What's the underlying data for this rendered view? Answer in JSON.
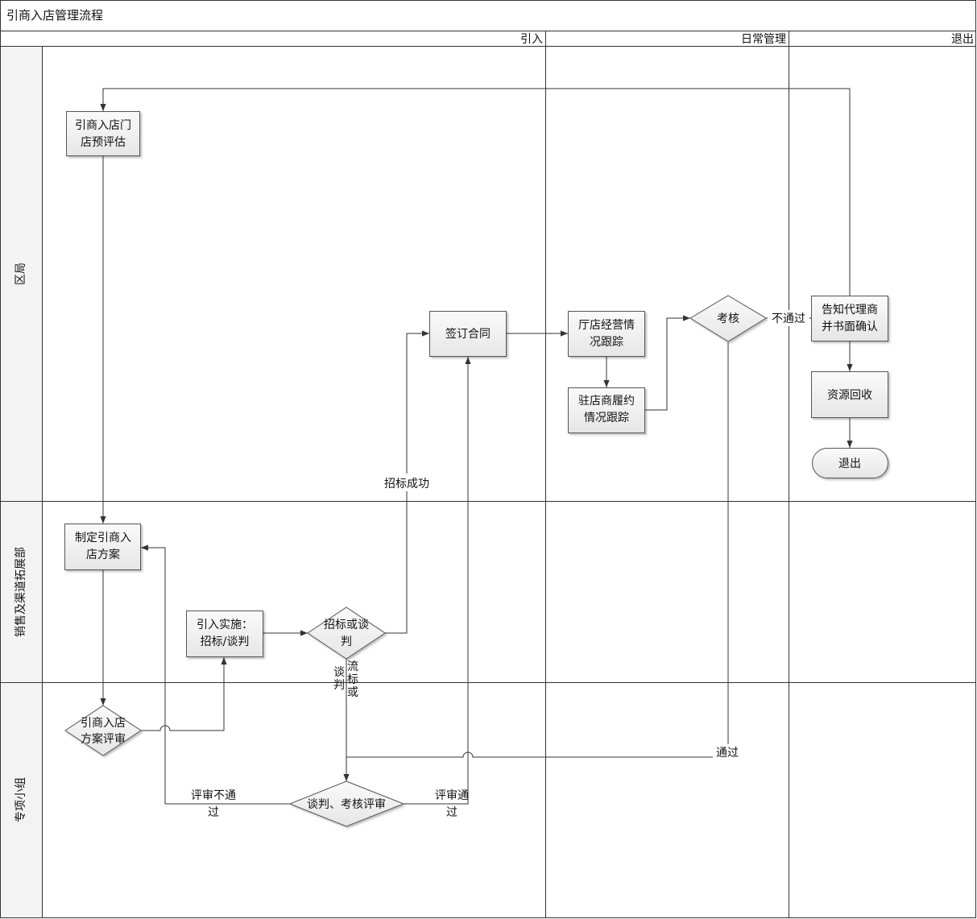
{
  "title": "引商入店管理流程",
  "phases": [
    "引入",
    "日常管理",
    "退出"
  ],
  "lanes": [
    "区局",
    "销售及渠道拓展部",
    "专项小组"
  ],
  "nodes": {
    "pre_evaluate": [
      "引商入店门",
      "店预评估"
    ],
    "make_plan": [
      "制定引商入",
      "店方案"
    ],
    "plan_review": [
      "引商入店",
      "方案评审"
    ],
    "implement": [
      "引入实施：",
      "招标/谈判"
    ],
    "bid_or_negotiate": [
      "招标或谈",
      "判"
    ],
    "negotiation_review": [
      "谈判、考核评审"
    ],
    "sign_contract": [
      "签订合同"
    ],
    "hall_tracking": [
      "厅店经营情",
      "况跟踪"
    ],
    "contract_tracking": [
      "驻店商履约",
      "情况跟踪"
    ],
    "assessment": [
      "考核"
    ],
    "notify_agent": [
      "告知代理商",
      "并书面确认"
    ],
    "resource_recovery": [
      "资源回收"
    ],
    "exit": [
      "退出"
    ]
  },
  "edge_labels": {
    "bid_success": "招标成功",
    "not_pass": "不通过",
    "pass": "通过",
    "review_fail": [
      "评审不通",
      "过"
    ],
    "review_pass": [
      "评审通",
      "过"
    ],
    "negotiate": [
      "谈",
      "判"
    ],
    "failed_bid": [
      "流",
      "标",
      "或"
    ]
  }
}
